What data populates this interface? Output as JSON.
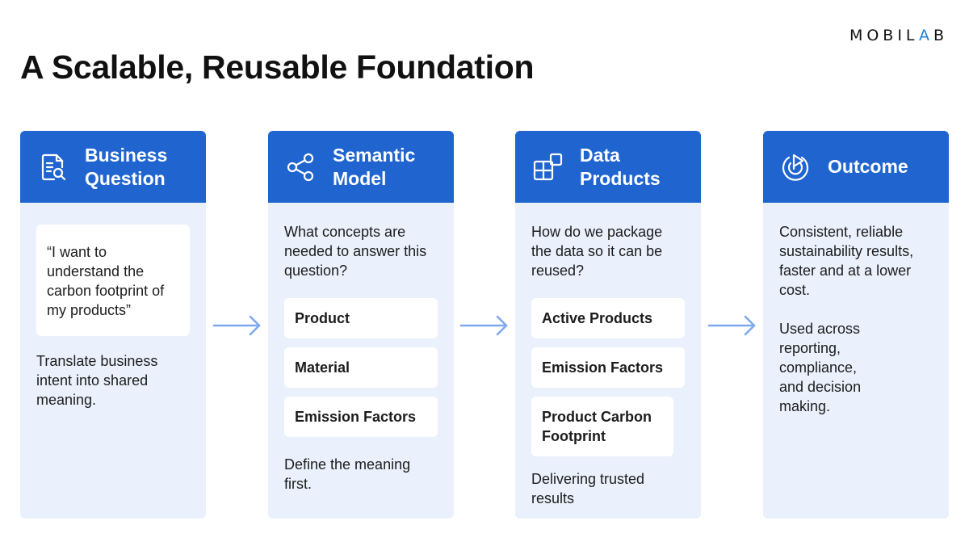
{
  "header": {
    "logo_left": "MOBIL",
    "logo_accent": "A",
    "logo_right": "B",
    "title": "A Scalable, Reusable Foundation"
  },
  "colors": {
    "header_blue": "#2065cf",
    "panel_bg": "#eaf1fc",
    "arrow": "#7ea9ef",
    "logo_accent": "#1f7fd6"
  },
  "columns": [
    {
      "icon": "document-search-icon",
      "title_line1": "Business",
      "title_line2": "Question",
      "quote": "“I want to understand the carbon footprint of my products”",
      "description": "Translate business intent into shared meaning."
    },
    {
      "icon": "share-nodes-icon",
      "title_line1": "Semantic",
      "title_line2": "Model",
      "question": "What concepts are needed to answer this question?",
      "chips": [
        "Product",
        "Material",
        "Emission Factors"
      ],
      "footer": "Define the meaning first."
    },
    {
      "icon": "grid-blocks-icon",
      "title_line1": "Data",
      "title_line2": "Products",
      "question": "How do we package the data so it can be reused?",
      "chips": [
        "Active Products",
        "Emission Factors",
        "Product Carbon Footprint"
      ],
      "footer": "Delivering trusted results"
    },
    {
      "icon": "target-play-icon",
      "title_line1": "Outcome",
      "paragraph1": "Consistent, reliable sustainability results, faster and at a lower cost.",
      "paragraph2": "Used across reporting, compliance, and decision making."
    }
  ]
}
